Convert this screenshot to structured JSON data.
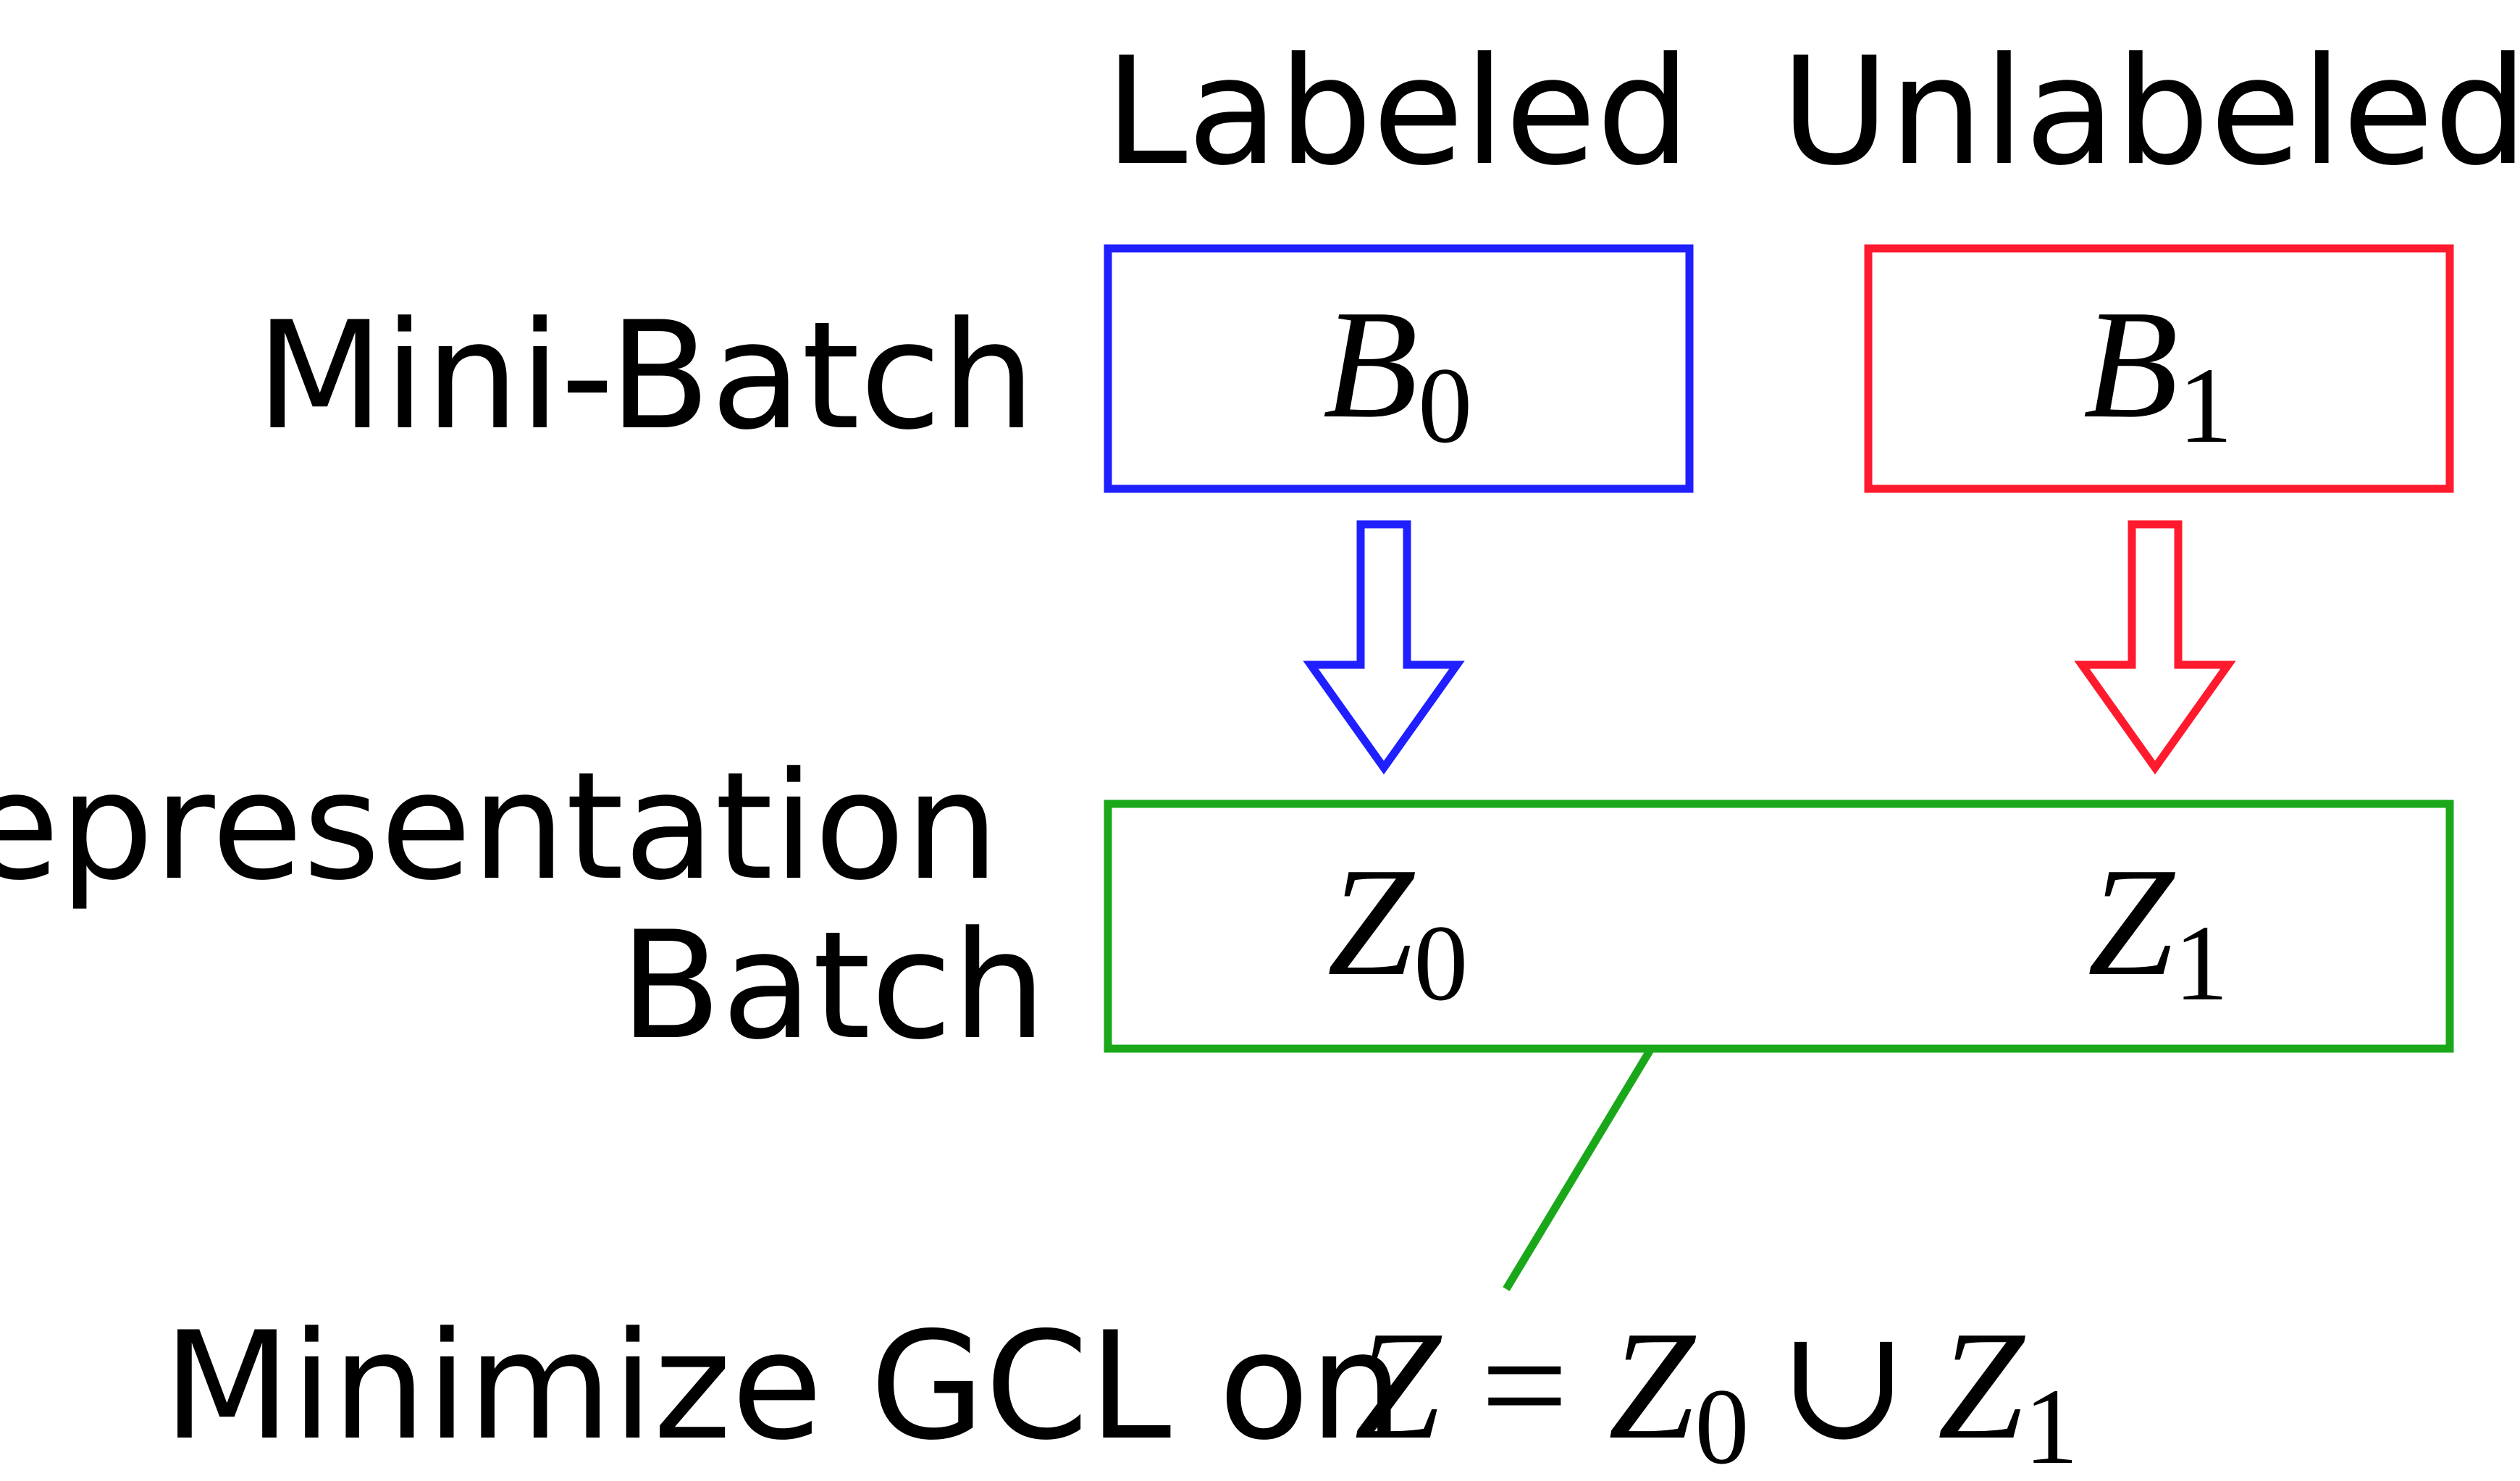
{
  "columns": {
    "labeled": "Labeled",
    "unlabeled": "Unlabeled"
  },
  "rows": {
    "mini_batch": "Mini-Batch",
    "representation_line1": "Representation",
    "representation_line2": "Batch"
  },
  "minibatch": {
    "b0": {
      "symbol": "B",
      "subscript": "0"
    },
    "b1": {
      "symbol": "B",
      "subscript": "1"
    }
  },
  "representation": {
    "z0": {
      "symbol": "Z",
      "subscript": "0"
    },
    "z1": {
      "symbol": "Z",
      "subscript": "1"
    }
  },
  "objective": {
    "text": "Minimize GCL on",
    "lhs": "Z",
    "equals": "=",
    "z0_symbol": "Z",
    "z0_sub": "0",
    "union": "∪",
    "z1_symbol": "Z",
    "z1_sub": "1"
  },
  "colors": {
    "labeled": "#1f1fff",
    "unlabeled": "#ff1a2e",
    "representation": "#1aa81a",
    "text": "#000000"
  }
}
